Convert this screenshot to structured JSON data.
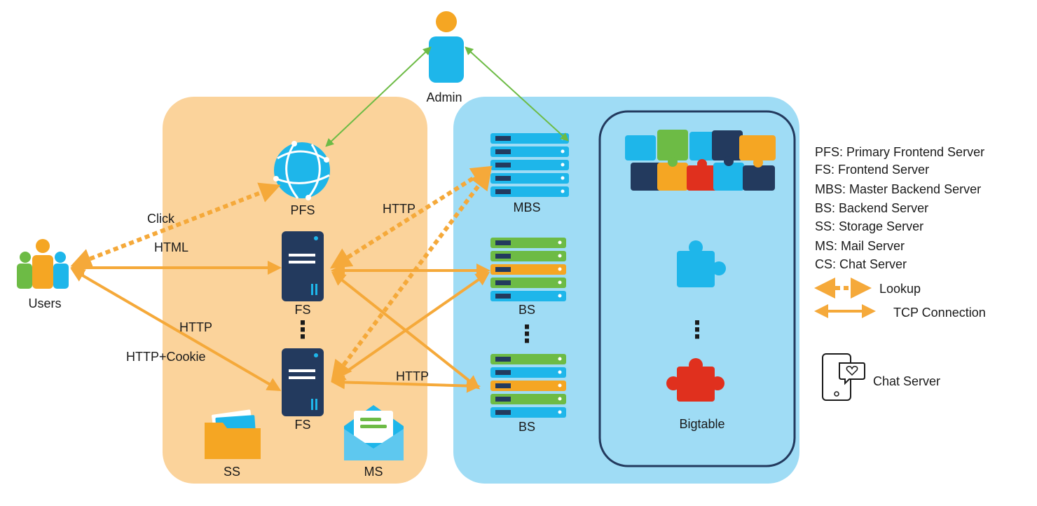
{
  "labels": {
    "admin": "Admin",
    "users": "Users",
    "pfs": "PFS",
    "fs_top": "FS",
    "fs_bottom": "FS",
    "mbs": "MBS",
    "bs_top": "BS",
    "bs_bottom": "BS",
    "ss": "SS",
    "ms": "MS",
    "bigtable": "Bigtable"
  },
  "edge_labels": {
    "click": "Click",
    "html": "HTML",
    "http_users": "HTTP",
    "http_cookie": "HTTP+Cookie",
    "http_mbs": "HTTP",
    "http_bs": "HTTP"
  },
  "ellipsis": "⋮",
  "legend": {
    "entries": [
      "PFS: Primary Frontend Server",
      "FS: Frontend Server",
      "MBS: Master Backend Server",
      "BS: Backend Server",
      "SS: Storage Server",
      "MS: Mail Server",
      "CS: Chat Server"
    ],
    "lookup": "Lookup",
    "tcp": "TCP Connection",
    "chat_server": "Chat Server"
  },
  "colors": {
    "orange_panel": "#fbd39b",
    "blue_panel": "#9fdcf5",
    "arrow_orange": "#f5a93a",
    "arrow_green": "#6dbb45",
    "navy": "#233a5e",
    "cyan": "#1eb6ea",
    "green": "#6dbb45",
    "red": "#e0301e",
    "orange": "#f5a623"
  }
}
